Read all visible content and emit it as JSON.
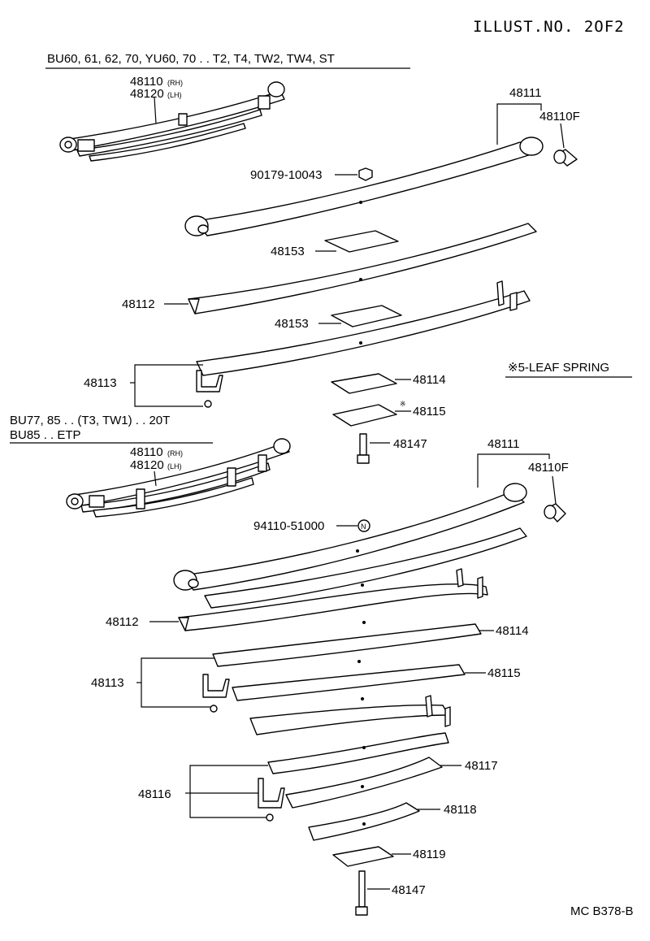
{
  "header": {
    "illust_no": "ILLUST.NO. 2OF2",
    "drawing_code": "MC B378-B"
  },
  "upper_group": {
    "models": "BU60, 61, 62, 70, YU60, 70 . . T2, T4, TW2, TW4, ST",
    "assembly_rh": "48110",
    "assembly_rh_tag": "(RH)",
    "assembly_lh": "48120",
    "assembly_lh_tag": "(LH)",
    "note": "※5-LEAF SPRING",
    "parts": {
      "leaf_no1": "48111",
      "bushing": "48110F",
      "nut": "90179-10043",
      "insert_a": "48153",
      "leaf_no2": "48112",
      "insert_b": "48153",
      "clip": "48113",
      "leaf_a": "48114",
      "leaf_b_mark": "※",
      "leaf_b": "48115",
      "center_bolt": "48147"
    }
  },
  "lower_group": {
    "models_line1": "BU77, 85 . . (T3, TW1) . . 20T",
    "models_line2": "BU85 . . ETP",
    "assembly_rh": "48110",
    "assembly_rh_tag": "(RH)",
    "assembly_lh": "48120",
    "assembly_lh_tag": "(LH)",
    "parts": {
      "leaf_no1": "48111",
      "bushing": "48110F",
      "nut": "94110-51000",
      "leaf_no2": "48112",
      "leaf_a": "48114",
      "clip": "48113",
      "leaf_b": "48115",
      "clip2": "48116",
      "leaf_c": "48117",
      "leaf_d": "48118",
      "leaf_e": "48119",
      "center_bolt": "48147"
    }
  }
}
